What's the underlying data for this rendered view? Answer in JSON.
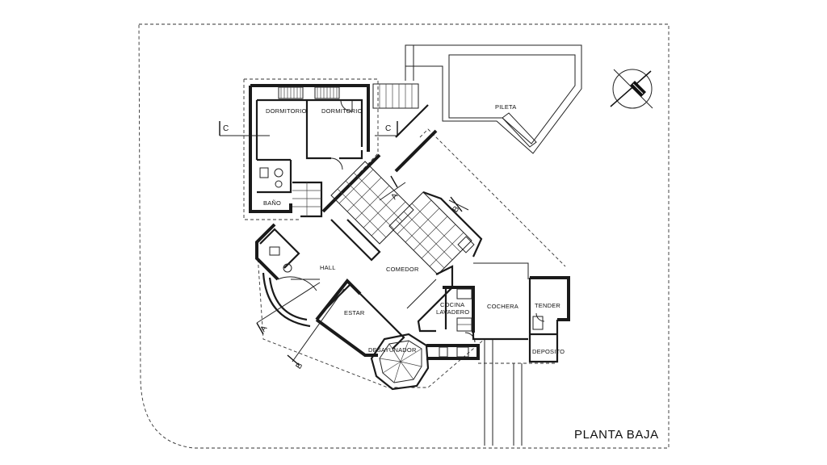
{
  "title": "PLANTA BAJA",
  "rooms": {
    "dormitorio_1": "DORMITORIO",
    "dormitorio_2": "DORMITORIO",
    "bano": "BAÑO",
    "hall": "HALL",
    "comedor": "COMEDOR",
    "estar": "ESTAR",
    "cocina": "COCINA",
    "lavadero": "LAVADERO",
    "desayunador": "DESAYUNADOR",
    "cochera": "COCHERA",
    "tender": "TENDER",
    "deposito": "DEPOSITO",
    "pileta": "PILETA"
  },
  "section_marks": {
    "c_left": "C",
    "c_right": "C",
    "a_top": "A",
    "a_bottom": "A",
    "b_top": "B",
    "b_bottom": "B"
  }
}
